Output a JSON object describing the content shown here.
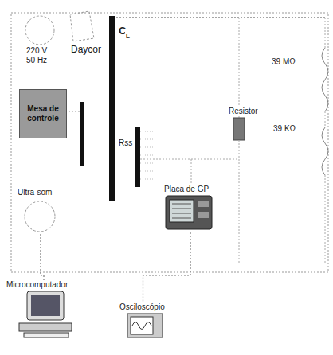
{
  "diagram": {
    "nodes": [
      {
        "text": [
          "Mesa de controle"
        ]
      },
      {
        "text": [
          "Ultra-som"
        ]
      },
      {
        "text": [
          "Placa de GP"
        ]
      },
      {
        "text": [
          "Microcomputador"
        ]
      },
      {
        "text": [
          "Osciloscópio"
        ]
      }
    ],
    "edges": [
      {
        "from": 1,
        "to": 3,
        "arrow": "none"
      },
      {
        "from": 2,
        "to": 4,
        "arrow": "none"
      }
    ],
    "labels": [
      "220 V",
      "50 Hz",
      "Daycor",
      "C",
      "L",
      "Rss",
      "Resistor",
      "39 MΩ",
      "39 KΩ"
    ]
  }
}
